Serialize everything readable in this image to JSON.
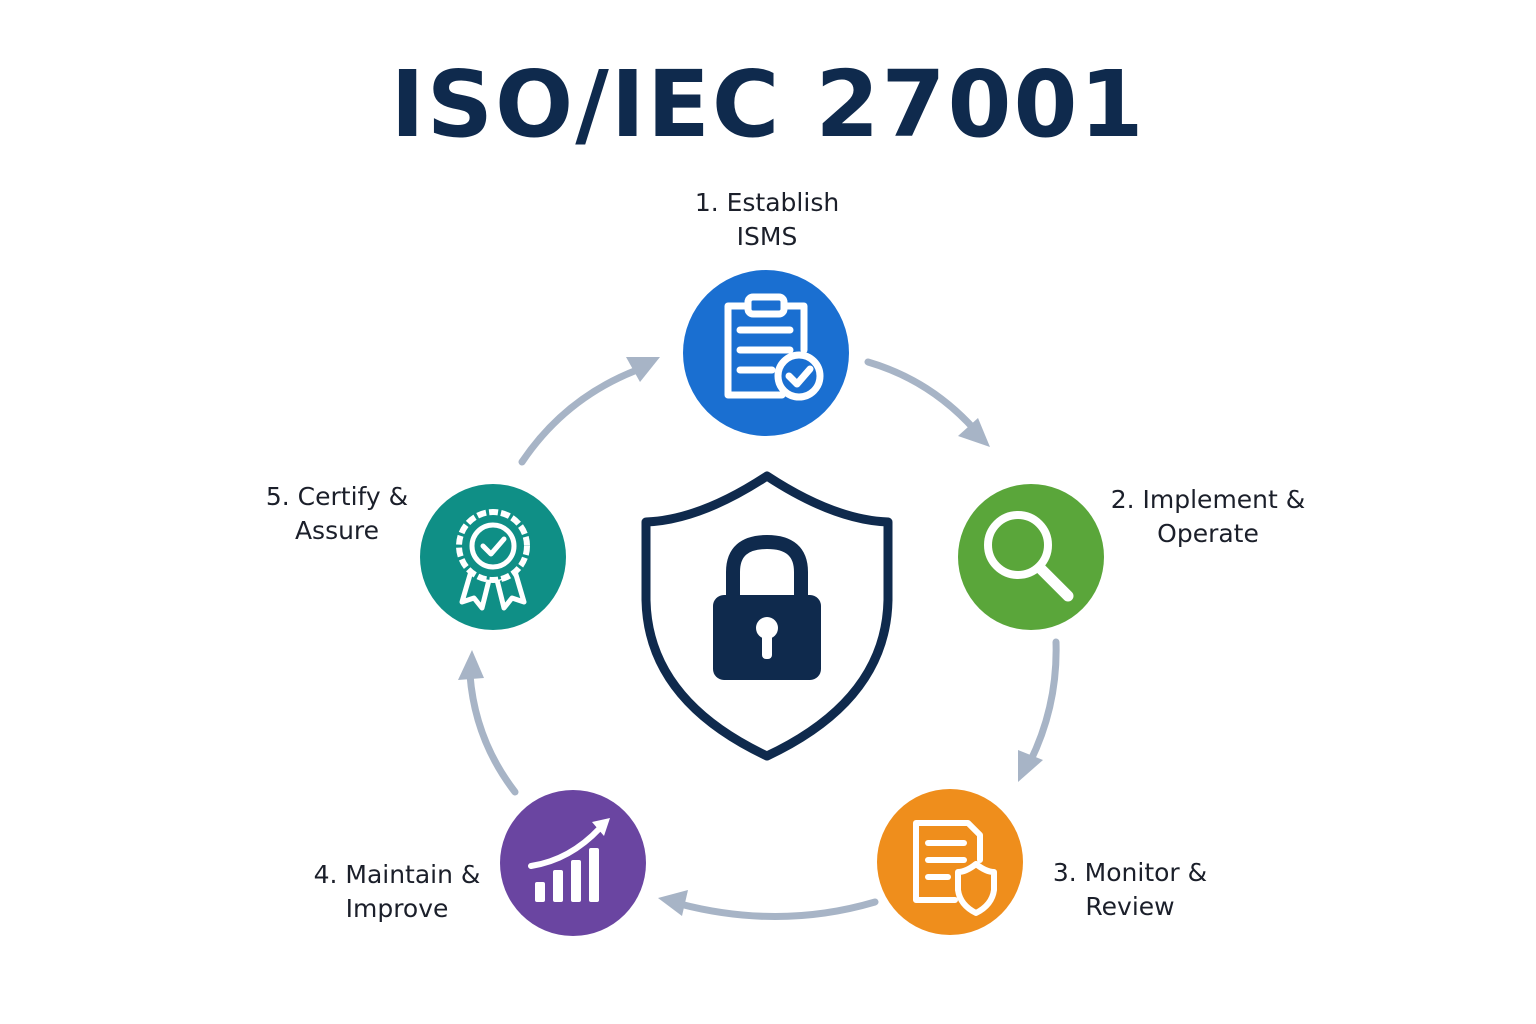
{
  "title": "ISO/IEC 27001",
  "colors": {
    "title": "#0f2a4d",
    "shield": "#0f2a4d",
    "arrow": "#a7b4c6",
    "step1": "#1a6fd1",
    "step2": "#5aa63a",
    "step3": "#ef8e1c",
    "step4": "#6a45a1",
    "step5": "#0f8f86"
  },
  "center": {
    "icon": "shield-lock-icon"
  },
  "steps": [
    {
      "line1": "1. Establish",
      "line2": "ISMS",
      "icon": "clipboard-check-icon"
    },
    {
      "line1": "2. Implement &",
      "line2": "Operate",
      "icon": "magnifier-icon"
    },
    {
      "line1": "3. Monitor &",
      "line2": "Review",
      "icon": "document-shield-icon"
    },
    {
      "line1": "4. Maintain &",
      "line2": "Improve",
      "icon": "bar-chart-up-icon"
    },
    {
      "line1": "5. Certify &",
      "line2": "Assure",
      "icon": "award-badge-icon"
    }
  ]
}
